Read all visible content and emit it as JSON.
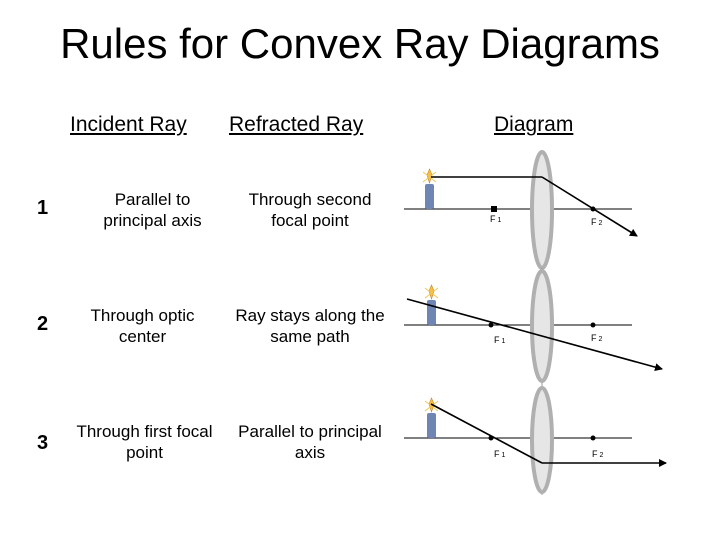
{
  "title": "Rules for Convex Ray Diagrams",
  "headers": {
    "incident": "Incident Ray",
    "refracted": "Refracted Ray",
    "diagram": "Diagram"
  },
  "rows": [
    {
      "number": "1",
      "incident_l1": "Parallel to",
      "incident_l2": "principal axis",
      "refracted_l1": "Through second",
      "refracted_l2": "focal point",
      "f1": "F",
      "f1_sub": "1",
      "f2": "F",
      "f2_sub": "2"
    },
    {
      "number": "2",
      "incident_l1": "Through optic",
      "incident_l2": "center",
      "refracted_l1": "Ray stays along the",
      "refracted_l2": "same path",
      "f1": "F",
      "f1_sub": "1",
      "f2": "F",
      "f2_sub": "2"
    },
    {
      "number": "3",
      "incident_l1": "Through first focal",
      "incident_l2": "point",
      "refracted_l1": "Parallel to principal",
      "refracted_l2": "axis",
      "f1": "F",
      "f1_sub": "1",
      "f2": "F",
      "f2_sub": "2"
    }
  ],
  "colors": {
    "lens_outer": "#b0b0b0",
    "lens_inner": "#e6e6e6",
    "candle": "#6f86b4",
    "flame": "#f5c04a",
    "ray": "#000000"
  }
}
